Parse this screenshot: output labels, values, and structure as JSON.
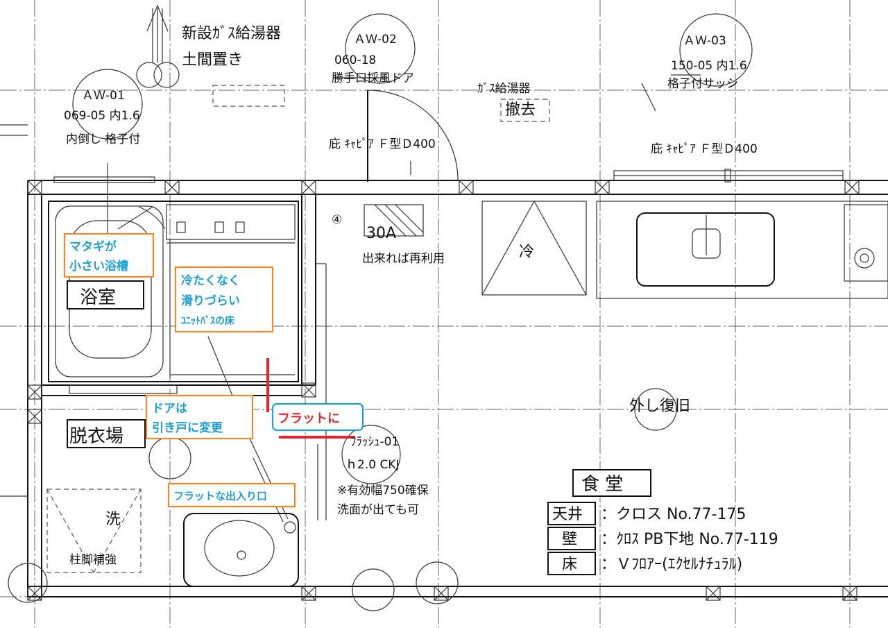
{
  "labels": {
    "gas_heater_new_1": "新設ｶﾞｽ給湯器",
    "gas_heater_new_2": "土間置き",
    "aw01_id": "ＡＷ-01",
    "aw01_spec": "069-05 内1.6",
    "aw01_desc": "内倒し 格子付",
    "aw02_id": "ＡＷ-02",
    "aw02_spec": "060-18",
    "aw02_desc": "勝手口採風ドア",
    "aw03_id": "ＡＷ-03",
    "aw03_spec": "150-05 内1.6",
    "aw03_desc": "格子付サッシ",
    "gas_heater_remove_1": "ｶﾞｽ給湯器",
    "gas_heater_remove_2": "撤去",
    "canopy_1": "庇 ｷｬﾋﾟｱ Ｆ型Ｄ400",
    "canopy_2": "庇 ｷｬﾋﾟｱ Ｆ型Ｄ400",
    "circle_num": "④",
    "panel_30a": "30A",
    "reuse": "出来れば再利用",
    "fridge": "冷",
    "bathroom": "浴室",
    "dressing_room": "脱衣場",
    "wash": "洗",
    "pillar": "柱脚補強",
    "restore": "外し復旧",
    "flush_id": "ﾌﾗｯｼｭ-01",
    "flush_spec": "ｈ2.0 CKJ",
    "note_width": "※有効幅750確保",
    "note_sink": "洗面が出ても可",
    "room_name": "食 堂",
    "ceiling_label": "天井",
    "ceiling_value": "：クロス No.77-175",
    "wall_label": "壁",
    "wall_value": "：ｸﾛｽ PB下地 No.77-119",
    "floor_label": "床",
    "floor_value": "：Ｖﾌﾛｱｰ(ｴｸｾﾙﾅﾁｭﾗﾙ)"
  },
  "notes": {
    "tub_1": "マタギが",
    "tub_2": "小さい浴槽",
    "floor_1": "冷たくなく",
    "floor_2": "滑りづらい",
    "floor_3": "ﾕﾆｯﾄﾊﾞｽの床",
    "door_1": "ドアは",
    "door_2": "引き戸に変更",
    "entry": "フラットな出入り口",
    "flat": "フラットに"
  },
  "colors": {
    "note_blue": "#1a9fd4",
    "note_red": "#e3262c",
    "box_orange": "#f0892b"
  }
}
